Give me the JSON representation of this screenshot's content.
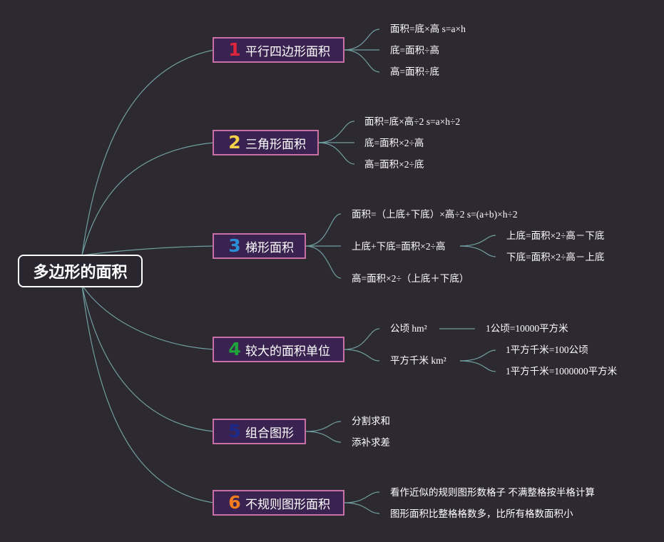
{
  "root": "多边形的面积",
  "colors": {
    "background": "#2d2930",
    "connector": "#6f9ea0",
    "branch_border": "#c86fa6",
    "branch_fill": "#3a2350",
    "number_colors": [
      "#e0263c",
      "#f5d14a",
      "#2b8fd6",
      "#1fa33a",
      "#1c2a8a",
      "#f47c20"
    ]
  },
  "branches": [
    {
      "number": "1",
      "icon": "number-1-icon",
      "label": "平行四边形面积",
      "leaves": [
        "面积=底×高 s=a×h",
        "底=面积÷高",
        "高=面积÷底"
      ]
    },
    {
      "number": "2",
      "icon": "number-2-icon",
      "label": "三角形面积",
      "leaves": [
        "面积=底×高÷2 s=a×h÷2",
        "底=面积×2÷高",
        "高=面积×2÷底"
      ]
    },
    {
      "number": "3",
      "icon": "number-3-icon",
      "label": "梯形面积",
      "leaves": [
        "面积=（上底+下底）×高÷2 s=(a+b)×h÷2",
        "上底+下底=面积×2÷高",
        "高=面积×2÷（上底＋下底）"
      ],
      "sub_leaves": [
        "上底=面积×2÷高－下底",
        "下底=面积×2÷高－上底"
      ]
    },
    {
      "number": "4",
      "icon": "number-4-icon",
      "label": "较大的面积单位",
      "leaves": [
        "公顷 hm²",
        "平方千米 km²"
      ],
      "sub_leaves_a": [
        "1公顷=10000平方米"
      ],
      "sub_leaves_b": [
        "1平方千米=100公顷",
        "1平方千米=1000000平方米"
      ]
    },
    {
      "number": "5",
      "icon": "number-5-icon",
      "label": "组合图形",
      "leaves": [
        "分割求和",
        "添补求差"
      ]
    },
    {
      "number": "6",
      "icon": "number-6-icon",
      "label": "不规则图形面积",
      "leaves": [
        "看作近似的规则图形数格子 不满整格按半格计算",
        "图形面积比整格格数多，比所有格数面积小"
      ]
    }
  ]
}
